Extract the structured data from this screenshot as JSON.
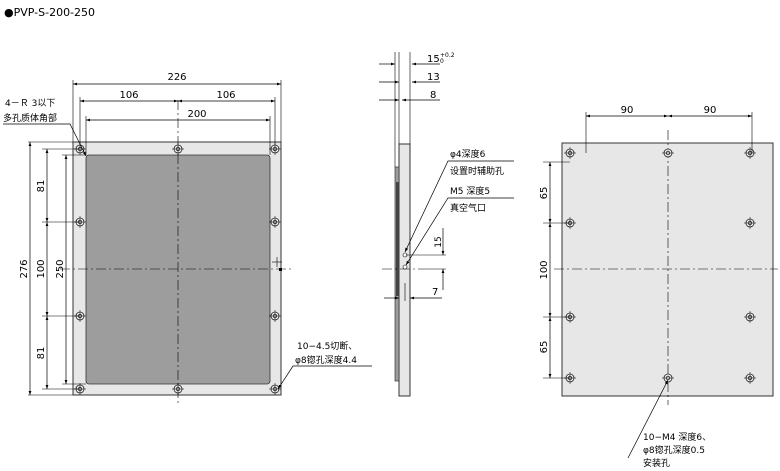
{
  "title": "●PVP-S-200-250",
  "front_view": {
    "dims": {
      "overall_width": "226",
      "half_left": "106",
      "half_right": "106",
      "pad_width": "200",
      "overall_height": "276",
      "pad_height": "250",
      "top_pitch": "81",
      "middle_pitch": "100",
      "bottom_pitch": "81"
    },
    "corner_note": [
      "4－Ｒ 3以下",
      "多孔质体角部"
    ],
    "hole_note": [
      "10−4.5切断、",
      "φ8锪孔深度4.4"
    ]
  },
  "side_view": {
    "dims": {
      "total_thickness": "15",
      "tolerance_upper": "+0.2",
      "tolerance_lower": "0",
      "thickness_13": "13",
      "thickness_8": "8",
      "port_height": "15",
      "port_offset": "7"
    },
    "pin_note": [
      "φ4深度6",
      "设置时辅助孔"
    ],
    "port_note": [
      "M5 深度5",
      "真空气口"
    ]
  },
  "back_view": {
    "dims": {
      "pitch_left": "90",
      "pitch_right": "90",
      "top_pitch": "65",
      "middle_pitch": "100",
      "bottom_pitch": "65"
    },
    "hole_note": [
      "10−M4 深度6、",
      "φ8锪孔深度0.5",
      "安装孔"
    ]
  },
  "colors": {
    "plate": "#e7e7e7",
    "porous_pad": "#9d9d9d",
    "line": "#000000"
  }
}
